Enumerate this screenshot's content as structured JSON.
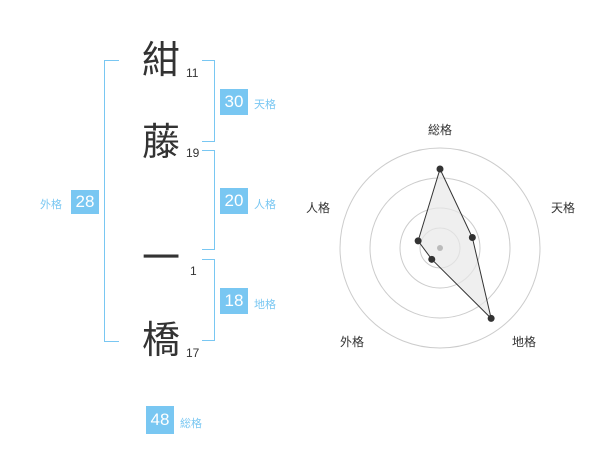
{
  "characters": [
    {
      "char": "紺",
      "strokes": "11"
    },
    {
      "char": "藤",
      "strokes": "19"
    },
    {
      "char": "一",
      "strokes": "1"
    },
    {
      "char": "橋",
      "strokes": "17"
    }
  ],
  "scores": {
    "tenkaku": {
      "value": "30",
      "label": "天格"
    },
    "jinkaku": {
      "value": "20",
      "label": "人格"
    },
    "chikaku": {
      "value": "18",
      "label": "地格"
    },
    "gaikaku": {
      "value": "28",
      "label": "外格"
    },
    "soukaku": {
      "value": "48",
      "label": "総格"
    }
  },
  "colors": {
    "accent": "#79c7f2",
    "text": "#333333"
  },
  "chart_data": {
    "type": "radar",
    "axes": [
      "総格",
      "天格",
      "地格",
      "外格",
      "人格"
    ],
    "values": [
      48,
      30,
      18,
      28,
      20
    ],
    "levels": 4,
    "normalized": [
      0.79,
      0.34,
      0.87,
      0.14,
      0.23
    ]
  }
}
